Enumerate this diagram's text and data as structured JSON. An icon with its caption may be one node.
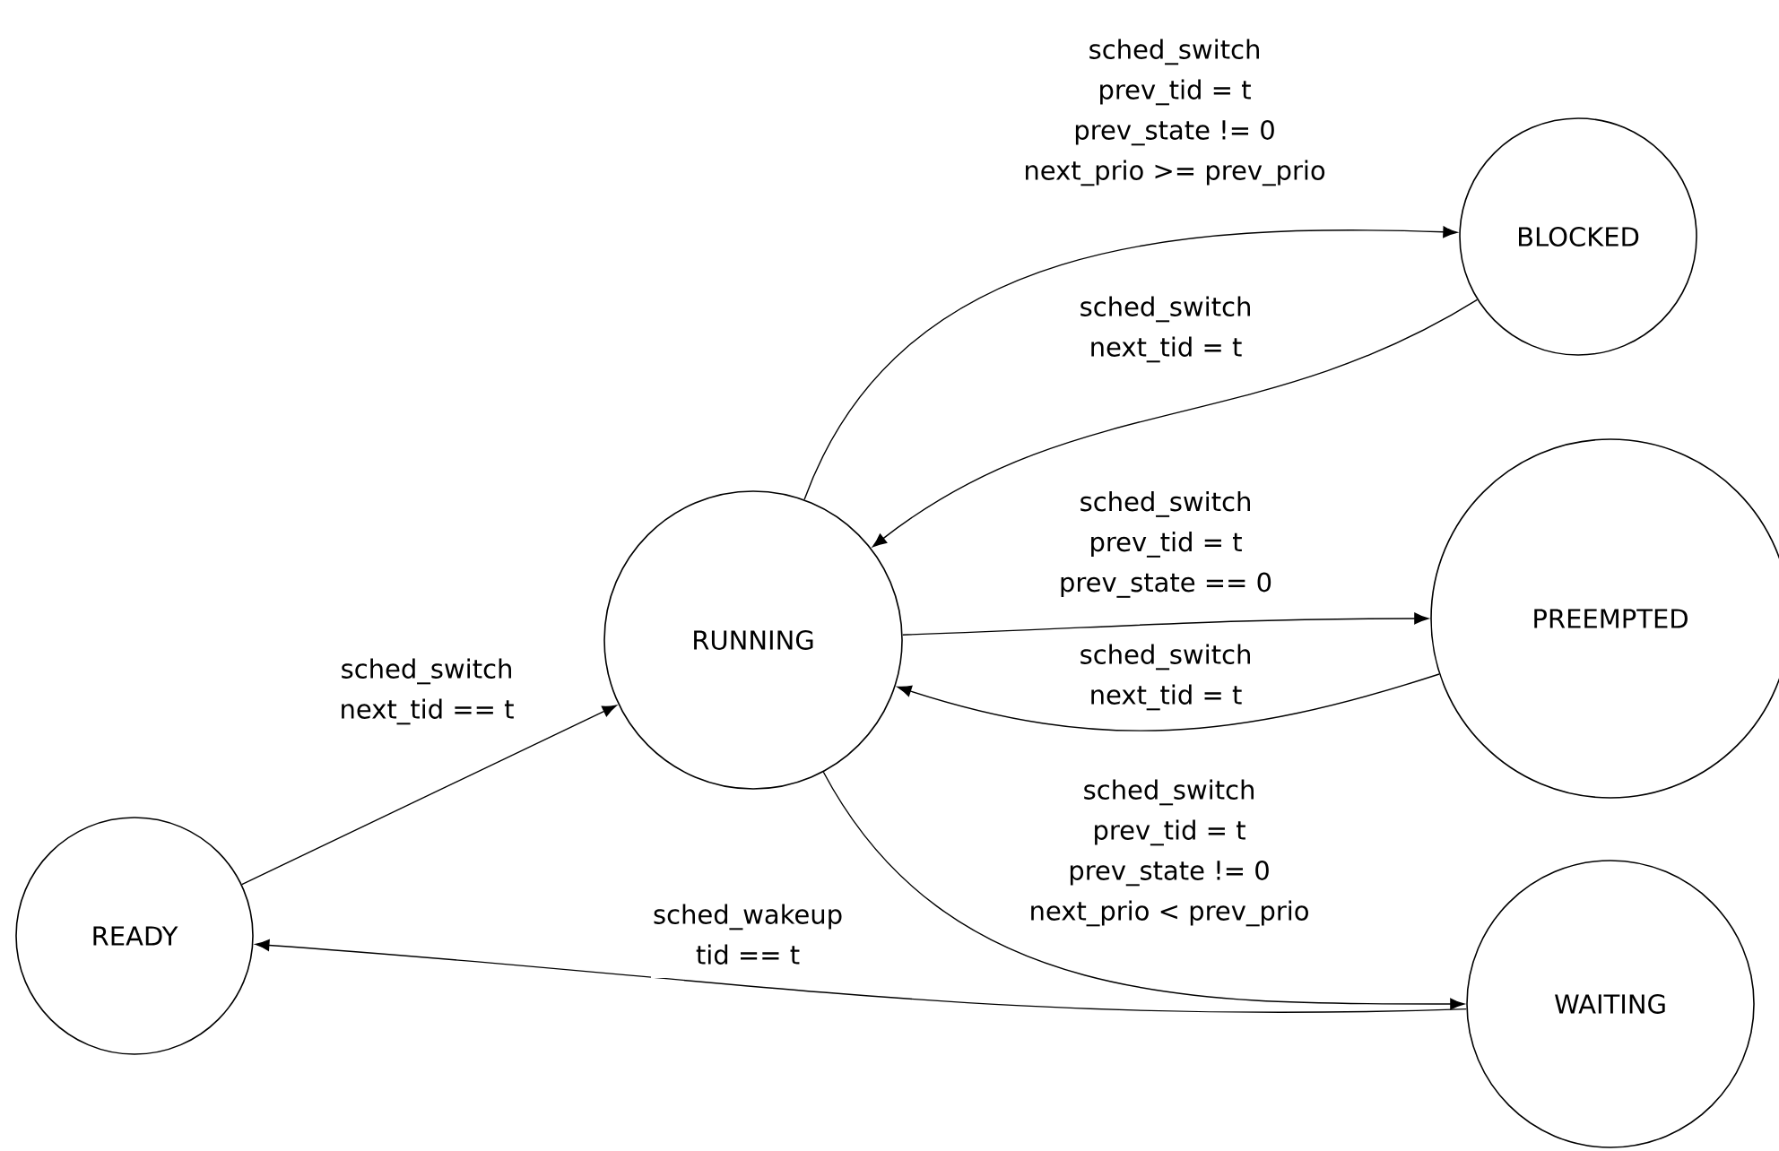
{
  "diagram": {
    "nodes": [
      {
        "text": [
          "READY"
        ]
      },
      {
        "text": [
          "RUNNING"
        ]
      },
      {
        "text": [
          "BLOCKED"
        ]
      },
      {
        "text": [
          "PREEMPTED"
        ]
      },
      {
        "text": [
          "WAITING"
        ]
      }
    ],
    "edges": [
      {
        "from": 0,
        "to": 1,
        "arrow": "to",
        "label": "sched_switch next_tid == t"
      },
      {
        "from": 1,
        "to": 2,
        "arrow": "to",
        "label": "sched_switch prev_tid = t prev_state != 0 next_prio >= prev_prio"
      },
      {
        "from": 2,
        "to": 1,
        "arrow": "to",
        "label": "sched_switch next_tid = t"
      },
      {
        "from": 1,
        "to": 3,
        "arrow": "to",
        "label": "sched_switch prev_tid = t prev_state == 0"
      },
      {
        "from": 3,
        "to": 1,
        "arrow": "to",
        "label": "sched_switch next_tid = t"
      },
      {
        "from": 1,
        "to": 4,
        "arrow": "to",
        "label": "sched_switch prev_tid = t prev_state != 0 next_prio < prev_prio"
      },
      {
        "from": 4,
        "to": 0,
        "arrow": "to",
        "label": "sched_wakeup tid == t"
      }
    ]
  }
}
